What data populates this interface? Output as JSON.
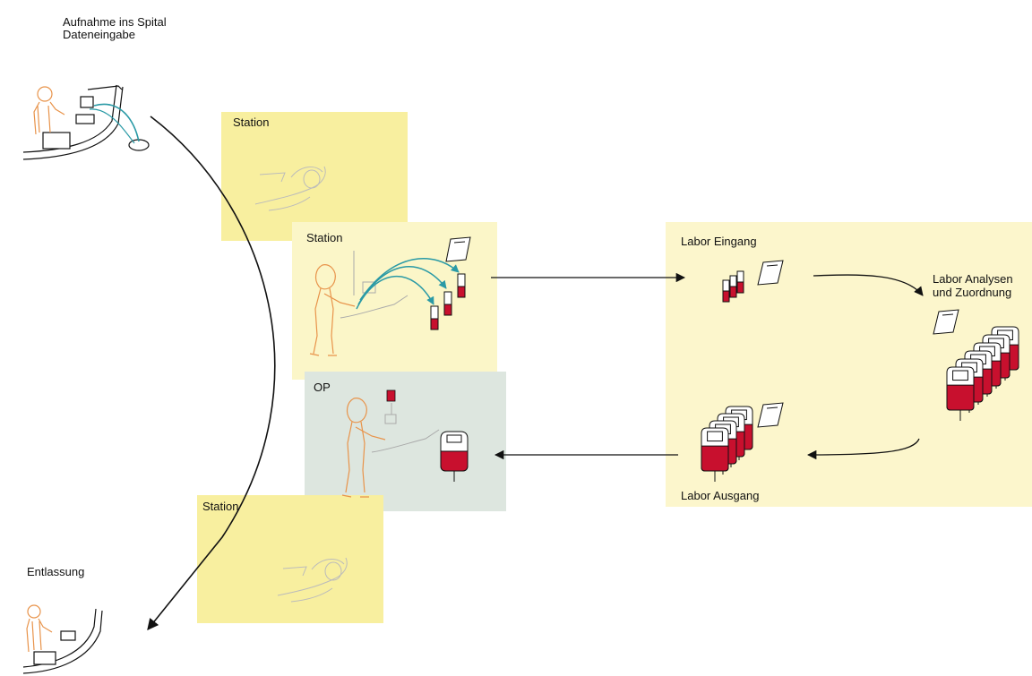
{
  "labels": {
    "admission_line1": "Aufnahme ins Spital",
    "admission_line2": "Dateneingabe",
    "discharge": "Entlassung"
  },
  "panels": {
    "station_1": "Station",
    "station_2": "Station",
    "op": "OP",
    "station_3": "Station",
    "lab_in": "Labor Eingang",
    "lab_analysis_line1": "Labor Analysen",
    "lab_analysis_line2": "und Zuordnung",
    "lab_out": "Labor Ausgang"
  },
  "colors": {
    "panel_yellow": "#f8ef9f",
    "panel_light_yellow": "#fbf6c8",
    "panel_op": "#dde6df",
    "panel_lab": "#fcf6cc",
    "figure_orange": "#e8934a",
    "blood_red": "#c8102e",
    "tube_teal": "#2a9aa6"
  }
}
